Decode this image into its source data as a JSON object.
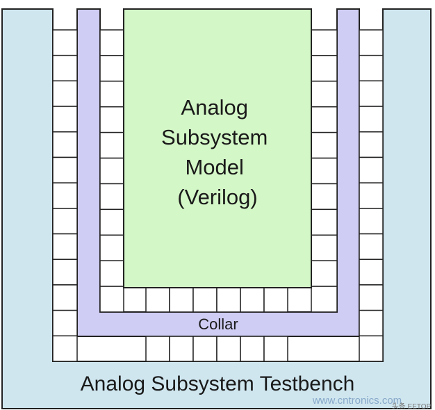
{
  "diagram": {
    "model_label_lines": [
      "Analog",
      "Subsystem",
      "Model",
      "(Verilog)"
    ],
    "collar_label": "Collar",
    "testbench_label": "Analog Subsystem Testbench",
    "watermark_text": "www.cntronics.com",
    "corner_mark_text": "头条 EETOP"
  },
  "colors": {
    "testbench_fill": "#cfe6ef",
    "collar_fill": "#cfcdf3",
    "model_fill": "#d4f7c7",
    "outline": "#222222",
    "watermark": "#7a9cc2",
    "corner_mark": "#777777"
  }
}
